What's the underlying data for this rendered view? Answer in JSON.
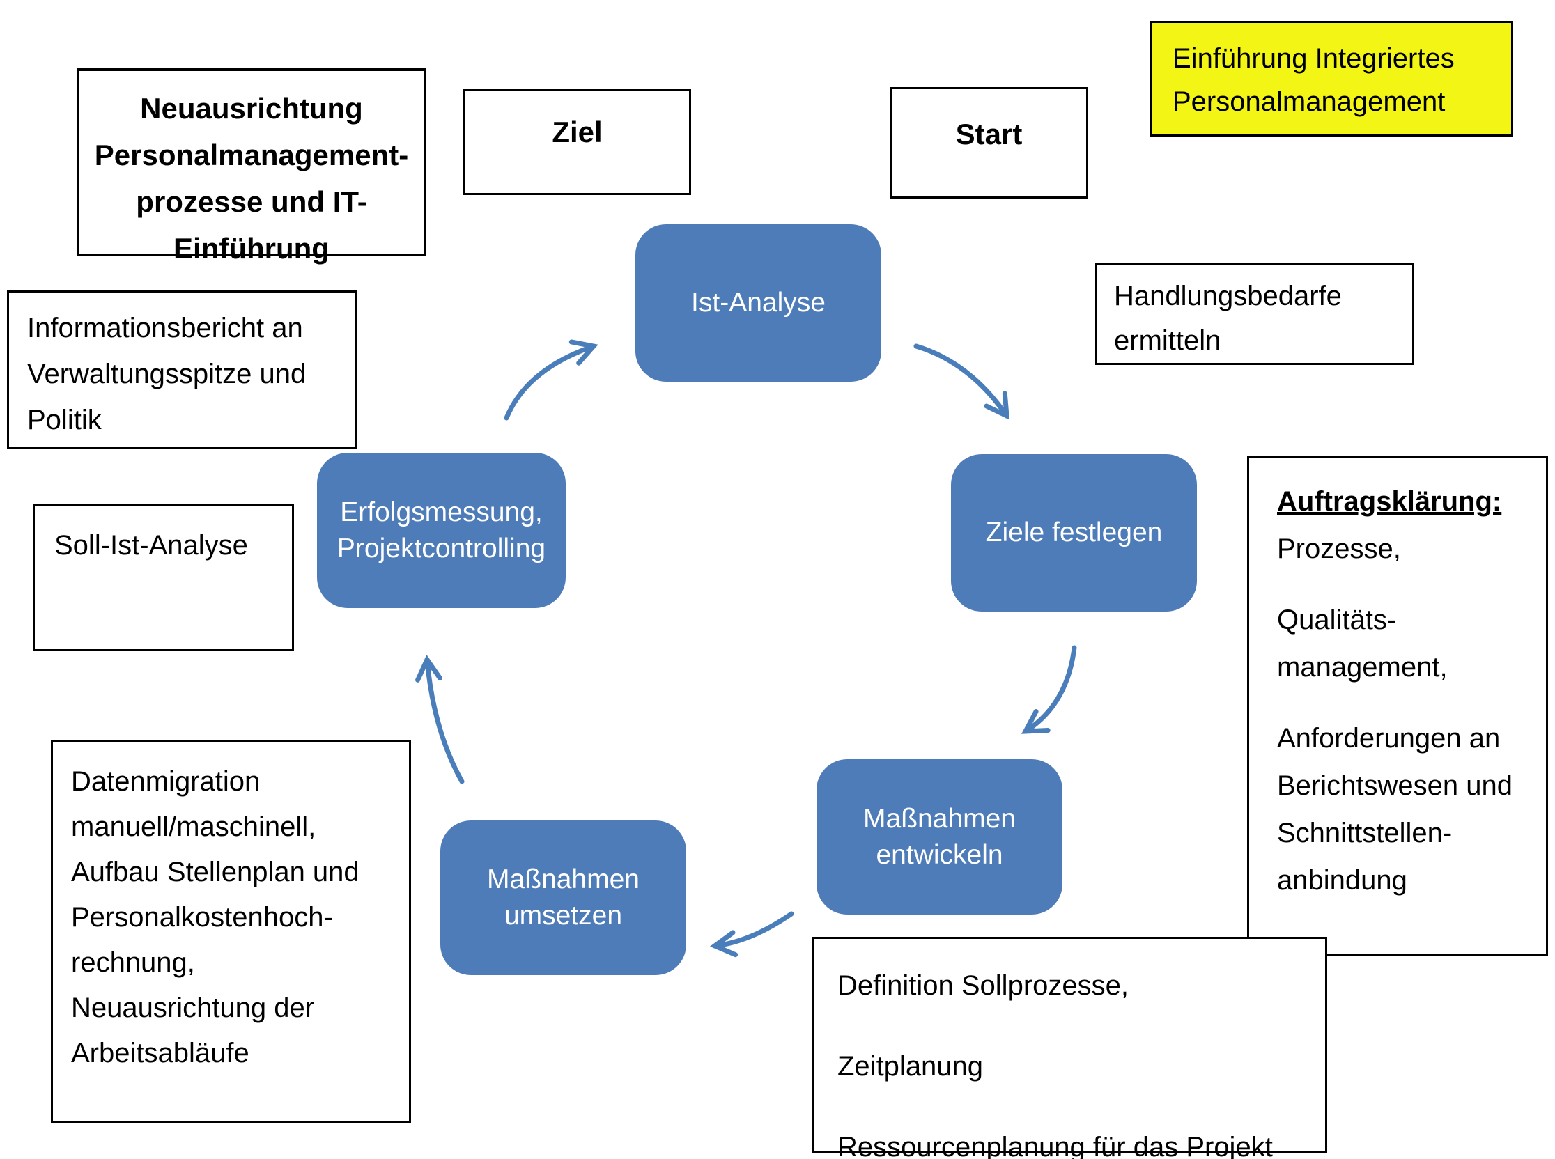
{
  "diagram": {
    "colors": {
      "node_fill": "#4E7CB8",
      "arrow": "#4A7EBB",
      "highlight_fill": "#F3F514",
      "border": "#000000"
    },
    "highlight_note": {
      "lines": [
        "Einführung Integriertes",
        "Personalmanagement"
      ]
    },
    "goal_label": "Ziel",
    "start_label": "Start",
    "project_title_note": {
      "lines": [
        "Neuausrichtung",
        "Personalmanagement-",
        "prozesse und IT-",
        "Einführung"
      ]
    },
    "info_report_note": {
      "lines": [
        "Informationsbericht an",
        "Verwaltungsspitze und",
        "Politik"
      ]
    },
    "soll_ist_note": "Soll-Ist-Analyse",
    "handlungsbedarfe_note": {
      "lines": [
        "Handlungsbedarfe",
        "ermitteln"
      ]
    },
    "auftragsklaerung_note": {
      "heading": "Auftragsklärung:",
      "paragraphs": [
        [
          "Prozesse,"
        ],
        [
          "Qualitäts-",
          "management,"
        ],
        [
          "Anforderungen an",
          "Berichtswesen und",
          "Schnittstellen-",
          "anbindung"
        ]
      ]
    },
    "definition_note": {
      "lines": [
        "Definition Sollprozesse,",
        "Zeitplanung",
        "Ressourcenplanung für das Projekt"
      ]
    },
    "datenmigration_note": {
      "lines": [
        "Datenmigration",
        "manuell/maschinell,",
        "Aufbau Stellenplan und",
        "Personalkostenhoch-",
        "rechnung,",
        "Neuausrichtung der",
        "Arbeitsabläufe"
      ]
    },
    "cycle_nodes": {
      "ist_analyse": {
        "lines": [
          "Ist-Analyse"
        ]
      },
      "ziele_festlegen": {
        "lines": [
          "Ziele festlegen"
        ]
      },
      "massnahmen_entwickeln": {
        "lines": [
          "Maßnahmen",
          "entwickeln"
        ]
      },
      "massnahmen_umsetzen": {
        "lines": [
          "Maßnahmen",
          "umsetzen"
        ]
      },
      "erfolgsmessung": {
        "lines": [
          "Erfolgsmessung,",
          "Projektcontrolling"
        ]
      }
    }
  }
}
